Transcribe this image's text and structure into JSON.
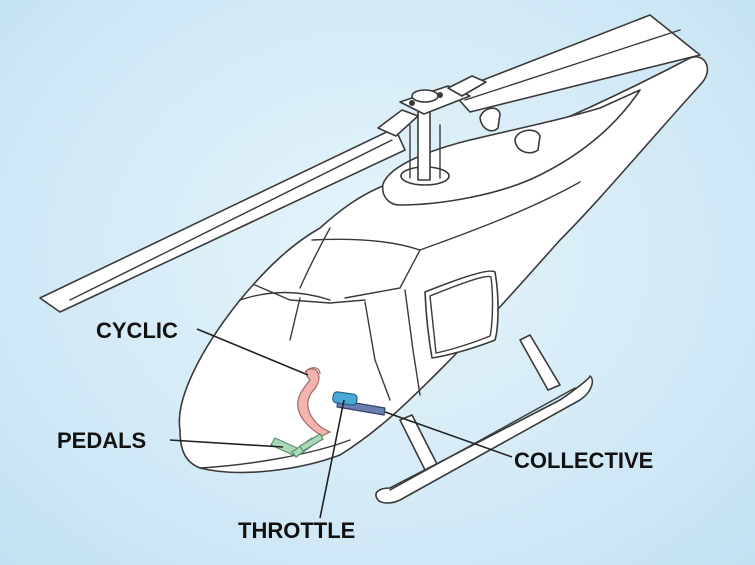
{
  "labels": {
    "cyclic": "CYCLIC",
    "pedals": "PEDALS",
    "collective": "COLLECTIVE",
    "throttle": "THROTTLE"
  },
  "colors": {
    "background": "#cfe9f7",
    "cyclic": "#f2b4ad",
    "pedals": "#a9d9b8",
    "collective": "#4aa8d6"
  }
}
